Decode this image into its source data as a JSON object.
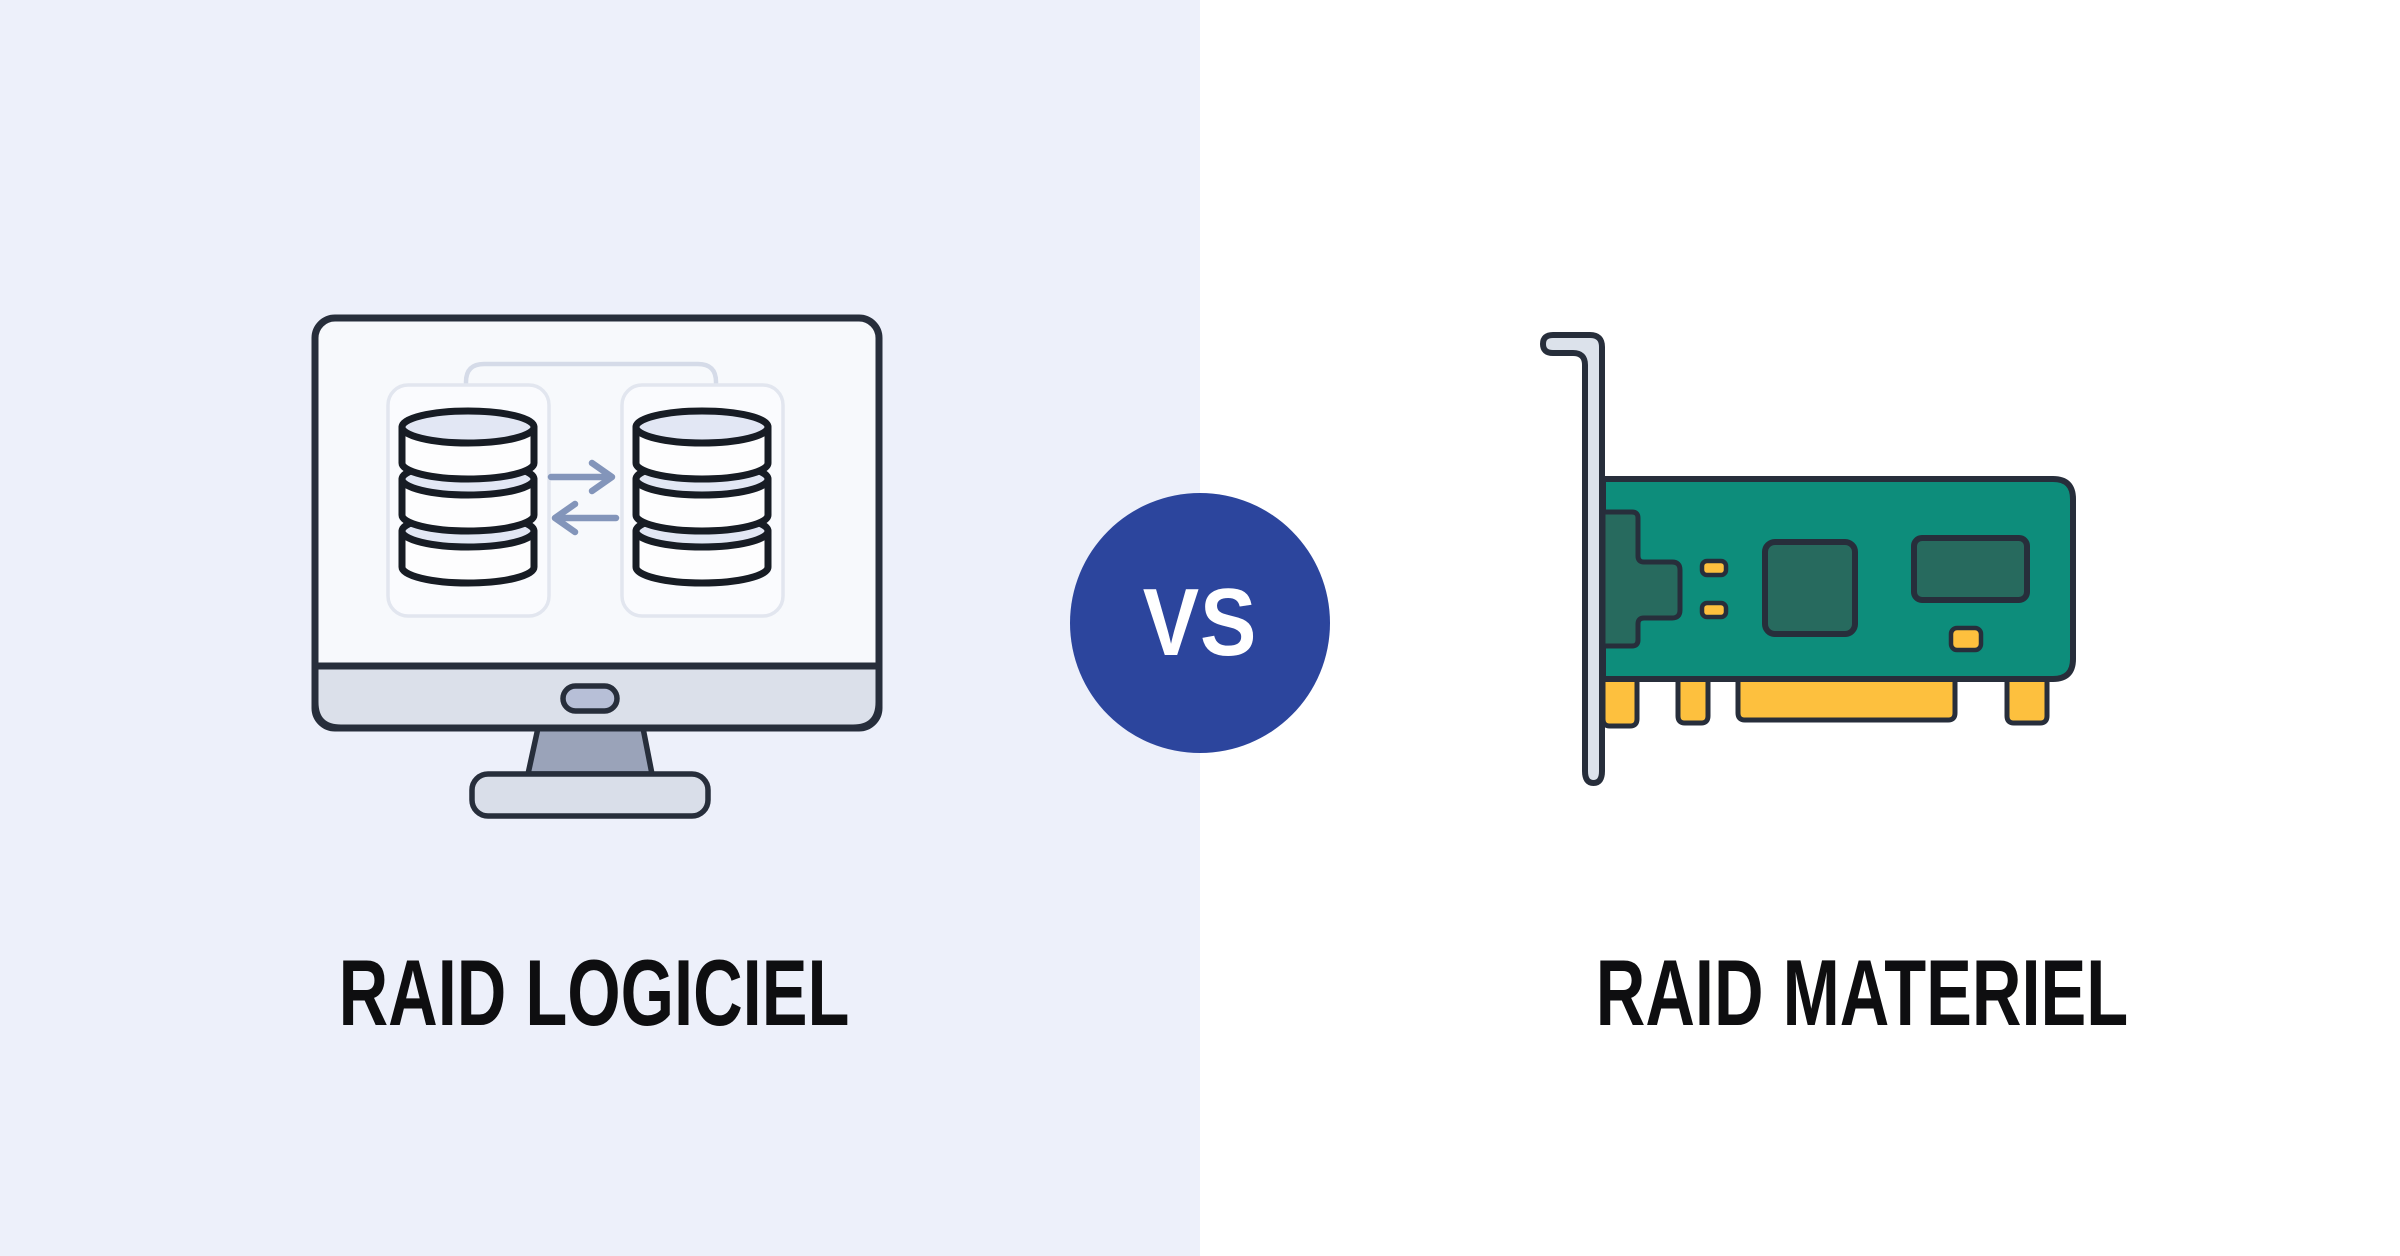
{
  "comparison": {
    "left": {
      "label": "RAID LOGICIEL",
      "icon": "software-raid-monitor-icon"
    },
    "right": {
      "label": "RAID MATERIEL",
      "icon": "hardware-raid-controller-card-icon"
    },
    "vs_badge": {
      "text": "VS"
    }
  },
  "colors": {
    "bg_left": "#edf0fa",
    "bg_right": "#ffffff",
    "vs_blue": "#2c459d",
    "text": "#0e0e10",
    "outline_dark": "#272e3b",
    "cyl_outline": "#171c24",
    "board_green": "#0d8d7b",
    "chip_green": "#276a5e",
    "pin_yellow": "#fdc03e",
    "bracket_gray": "#dce2eb",
    "screen": "#f7f9fc",
    "chin": "#dbe0ea",
    "pill": "#b7bfd7",
    "neck": "#9aa3b9",
    "base": "#d9dee9",
    "card_fill": "#fafbfe",
    "card_stroke": "#e2e6ef",
    "frame_stroke": "#d5dbe8",
    "arrow": "#8395ba",
    "cyl_top": "#e2e7f4",
    "cyl_body": "#fdfdfe"
  }
}
